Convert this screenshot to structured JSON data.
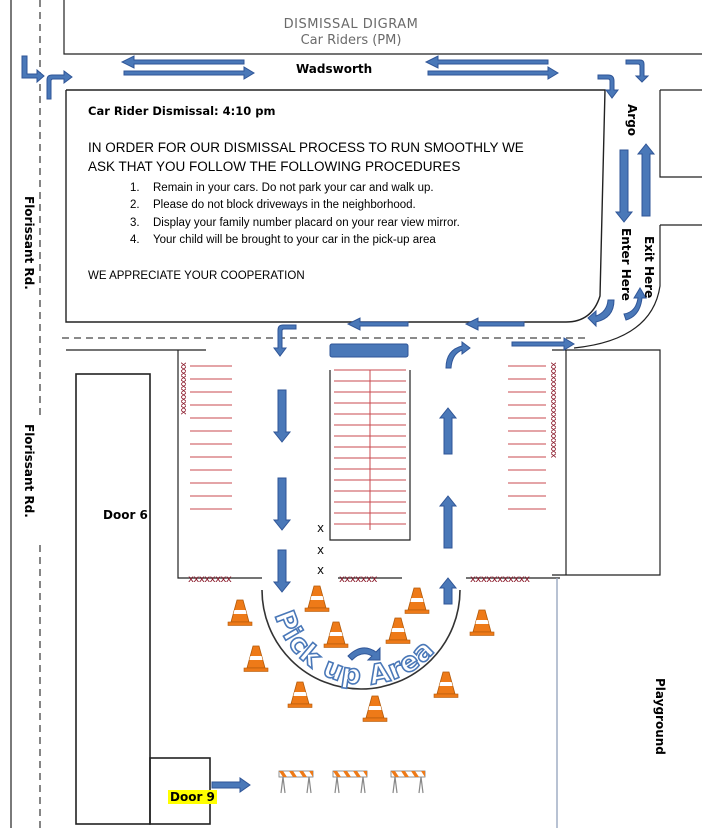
{
  "header": {
    "title": "DISMISSAL DIGRAM",
    "subtitle": "Car Riders (PM)"
  },
  "streets": {
    "top": "Wadsworth",
    "left_upper": "Florissant Rd.",
    "left_lower": "Florissant Rd.",
    "right": "Argo"
  },
  "notice": {
    "heading": "Car Rider Dismissal:  4:10 pm",
    "intro_line1": "IN ORDER FOR OUR DISMISSAL PROCESS TO RUN SMOOTHLY WE",
    "intro_line2": "ASK THAT YOU FOLLOW THE FOLLOWING PROCEDURES",
    "items": [
      {
        "num": "1.",
        "text": "Remain in your cars.  Do not park your car and walk up."
      },
      {
        "num": "2.",
        "text": "Please do not block driveways in the neighborhood."
      },
      {
        "num": "3.",
        "text": "Display your family number placard on your rear view mirror."
      },
      {
        "num": "4.",
        "text": "Your child will be brought to your car in the pick-up area"
      }
    ],
    "closing": "WE APPRECIATE YOUR COOPERATION"
  },
  "labels": {
    "enter": "Enter Here",
    "exit": "Exit Here",
    "door6": "Door 6",
    "door9": "Door 9",
    "pickup": "Pick up Area",
    "playground": "Playground",
    "crosses": "xxxxxxxx"
  },
  "colors": {
    "arrow": "#4a78b8",
    "arrow_dark": "#2f5597",
    "cone": "#ee7a18",
    "parking_line": "#c9484f",
    "cross": "#8b1a2b",
    "highlight": "#ffff00",
    "line": "#222222"
  }
}
